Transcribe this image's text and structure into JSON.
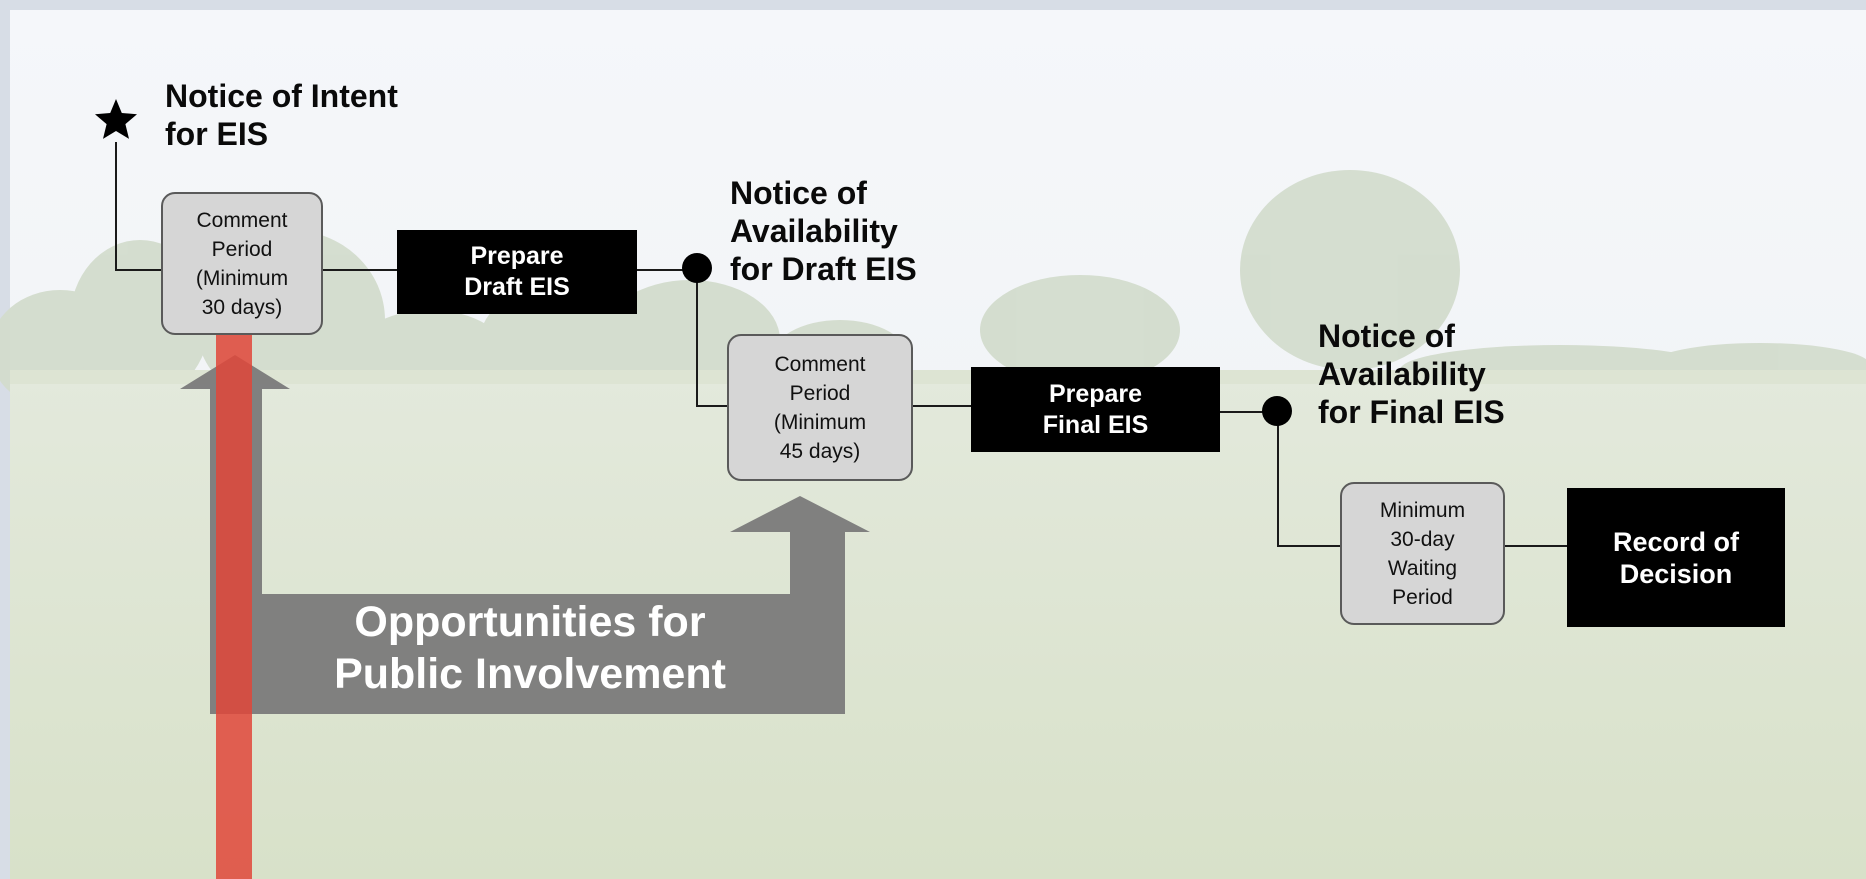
{
  "colors": {
    "sky": "#f1f4f7",
    "field": "#dfe6d2",
    "box_fill": "#d6d6d6",
    "black_box": "#000000",
    "arrow_gray": "#7a7a7a",
    "red_bar": "#e0473a"
  },
  "icons": {
    "notice_marker": "star-icon",
    "milestone": "dot-icon"
  },
  "diagram": {
    "notice_intent": "Notice of Intent\nfor EIS",
    "comment_period_1": "Comment\nPeriod\n(Minimum\n30 days)",
    "prepare_draft": "Prepare\nDraft EIS",
    "notice_draft": "Notice of\nAvailability\nfor Draft EIS",
    "comment_period_2": "Comment\nPeriod\n(Minimum\n45 days)",
    "prepare_final": "Prepare\nFinal EIS",
    "notice_final": "Notice of\nAvailability\nfor Final EIS",
    "waiting_period": "Minimum\n30-day\nWaiting\nPeriod",
    "record_decision": "Record of\nDecision",
    "public_involvement": "Opportunities for\nPublic Involvement"
  }
}
